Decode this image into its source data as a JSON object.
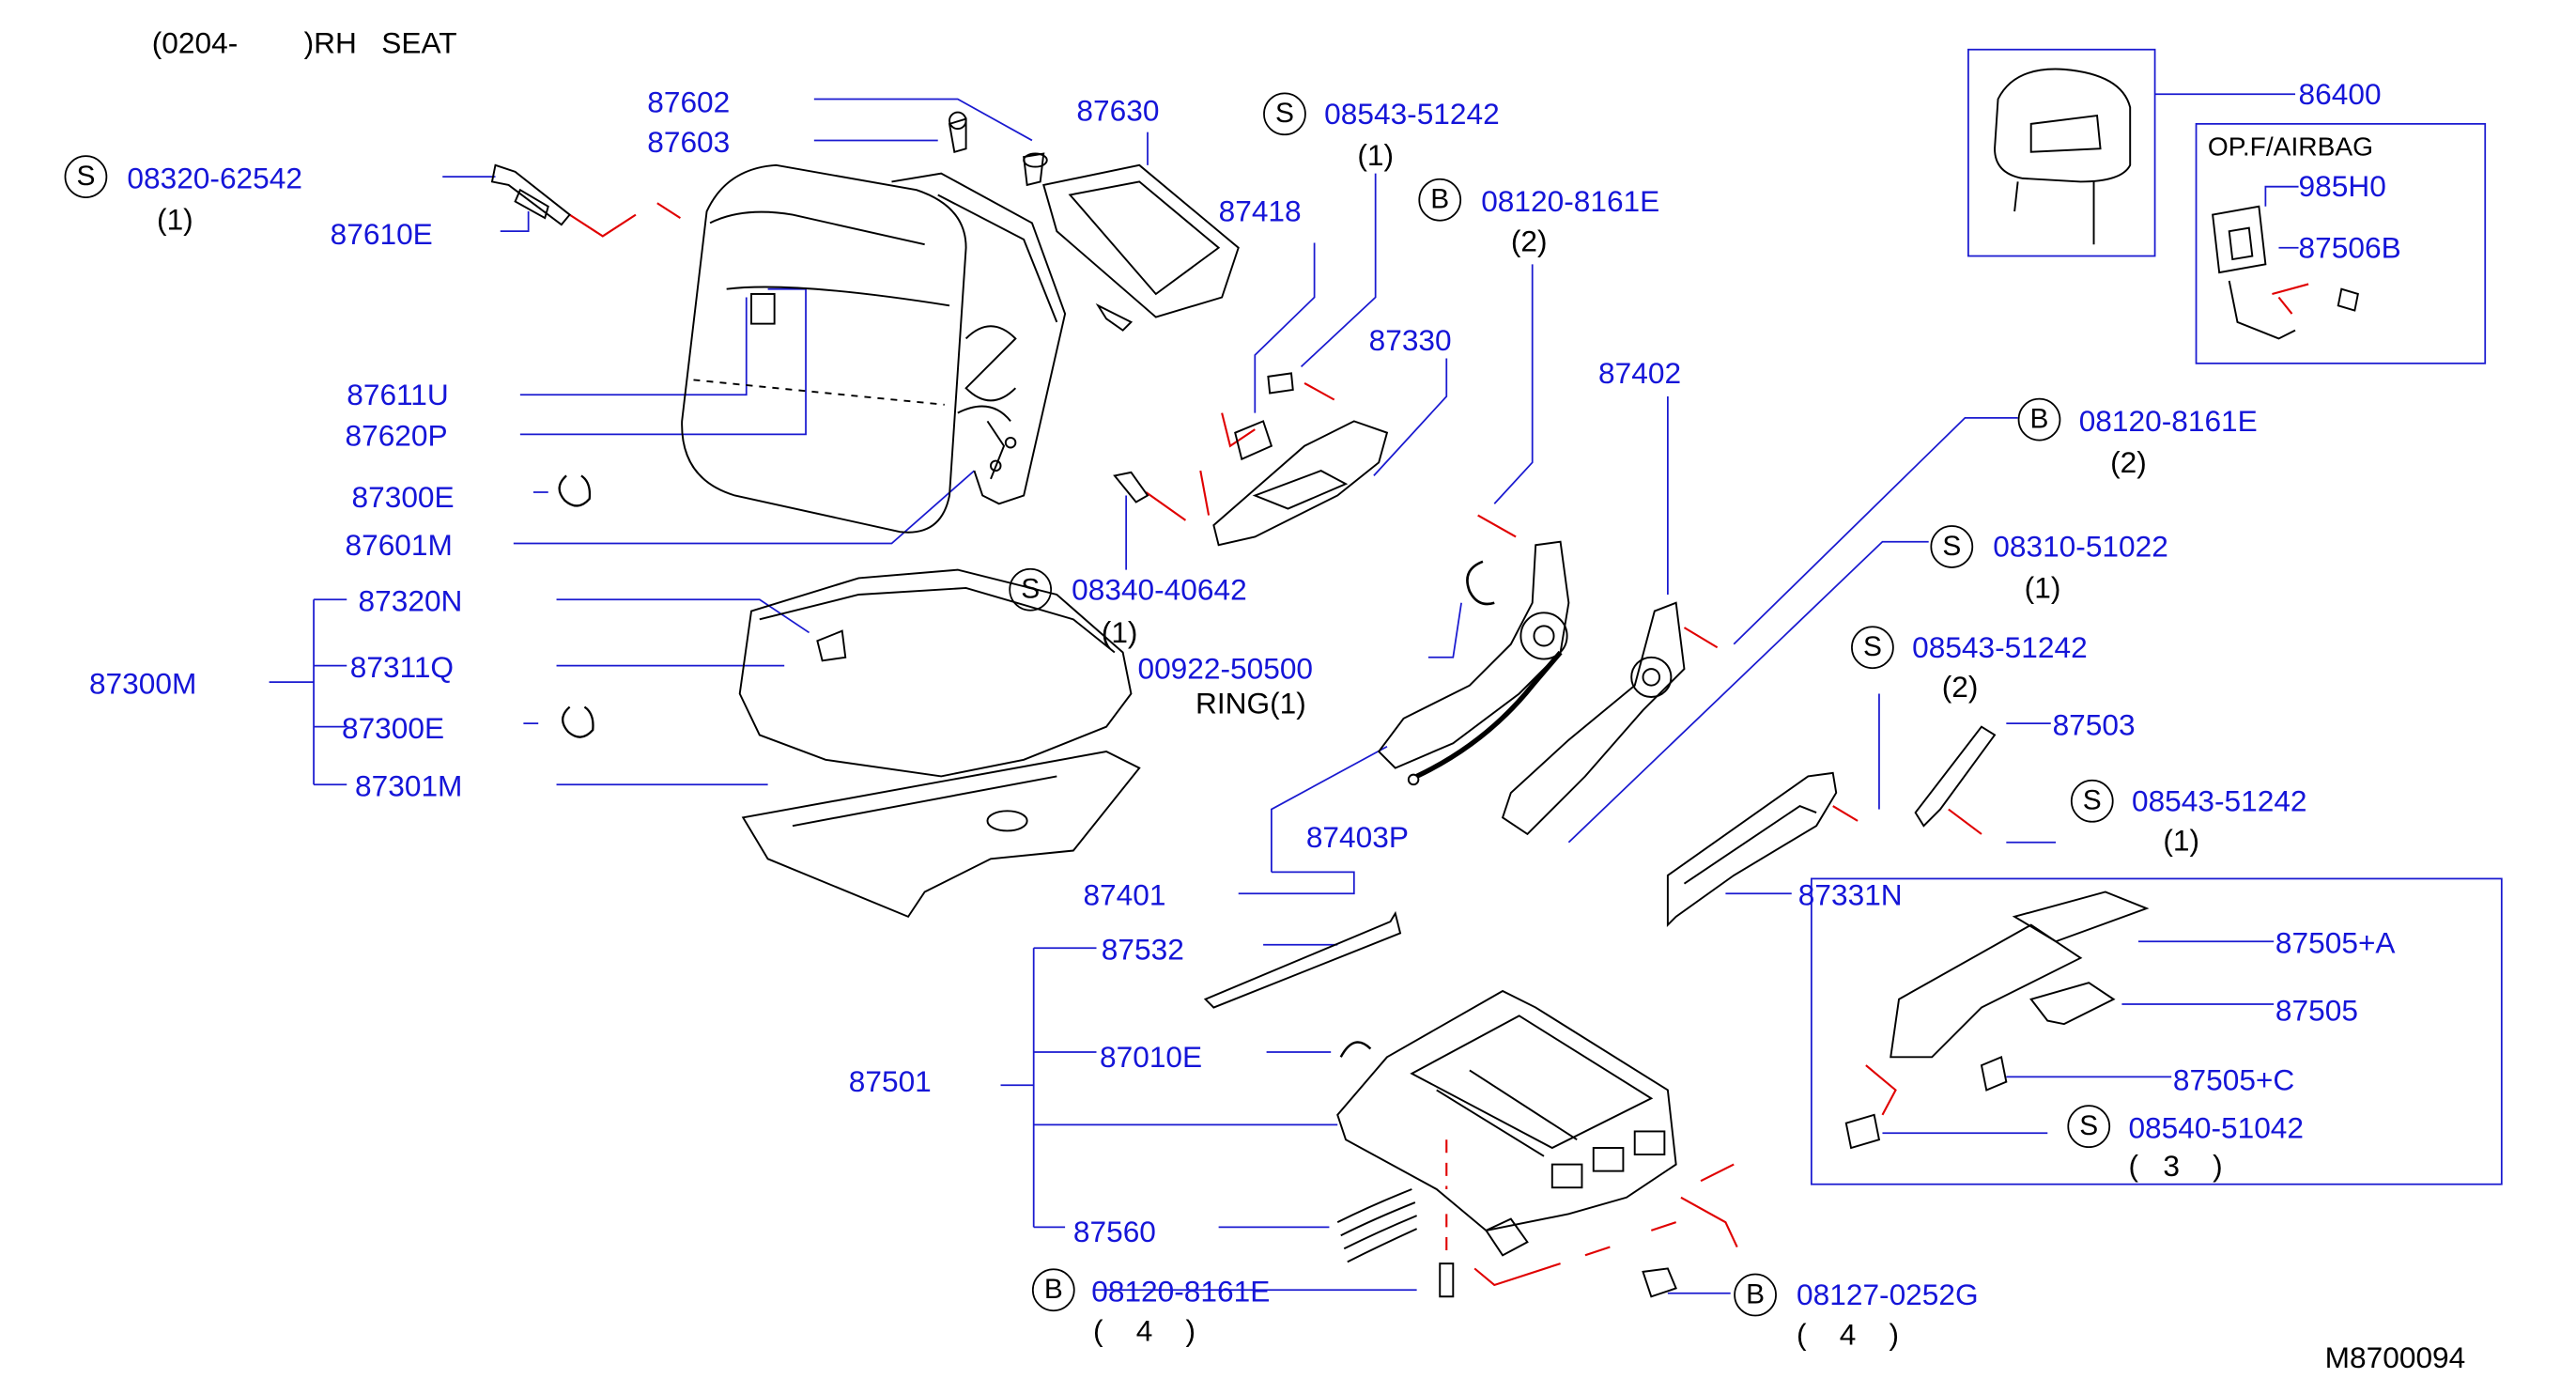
{
  "header": {
    "title": "(0204-        )RH   SEAT"
  },
  "footer": {
    "drawing_code": "M8700094"
  },
  "callouts": {
    "p87602": "87602",
    "p87603": "87603",
    "p87630": "87630",
    "p08543_51242_a": "08543-51242",
    "q08543_51242_a": "(1)",
    "p08320_62542": "08320-62542",
    "q08320_62542": "(1)",
    "p87610E": "87610E",
    "p87418": "87418",
    "p08120_8161E_a": "08120-8161E",
    "q08120_8161E_a": "(2)",
    "p87330": "87330",
    "p87402": "87402",
    "p87611U": "87611U",
    "p87620P": "87620P",
    "p87300E_a": "87300E",
    "p87601M": "87601M",
    "p08340_40642": "08340-40642",
    "q08340_40642": "(1)",
    "p87320N": "87320N",
    "p87300M": "87300M",
    "p87311Q": "87311Q",
    "p00922_50500": "00922-50500",
    "ring": "RING(1)",
    "p87300E_b": "87300E",
    "p87301M": "87301M",
    "p87403P": "87403P",
    "p87401": "87401",
    "p86400": "86400",
    "opf_airbag": "OP.F/AIRBAG",
    "p985H0": "985H0",
    "p87506B": "87506B",
    "p08120_8161E_b": "08120-8161E",
    "q08120_8161E_b": "(2)",
    "p08310_51022": "08310-51022",
    "q08310_51022": "(1)",
    "p08543_51242_b": "08543-51242",
    "q08543_51242_b": "(2)",
    "p87503": "87503",
    "p08543_51242_c": "08543-51242",
    "q08543_51242_c": "(1)",
    "p87331N": "87331N",
    "p87532": "87532",
    "p87505A": "87505+A",
    "p87501": "87501",
    "p87010E": "87010E",
    "p87505": "87505",
    "p87505C": "87505+C",
    "p08540_51042": "08540-51042",
    "q08540_51042": "(   3    )",
    "p87560": "87560",
    "p08120_8161E_c": "08120-8161E",
    "q08120_8161E_c": "(    4    )",
    "p08127_0252G": "08127-0252G",
    "q08127_0252G": "(    4    )"
  },
  "symbols": {
    "screw": "S",
    "bolt": "B"
  },
  "colors": {
    "part_number": "#1515d8",
    "leader": "#1515d8",
    "dash": "#e00000",
    "ink": "#000000"
  }
}
